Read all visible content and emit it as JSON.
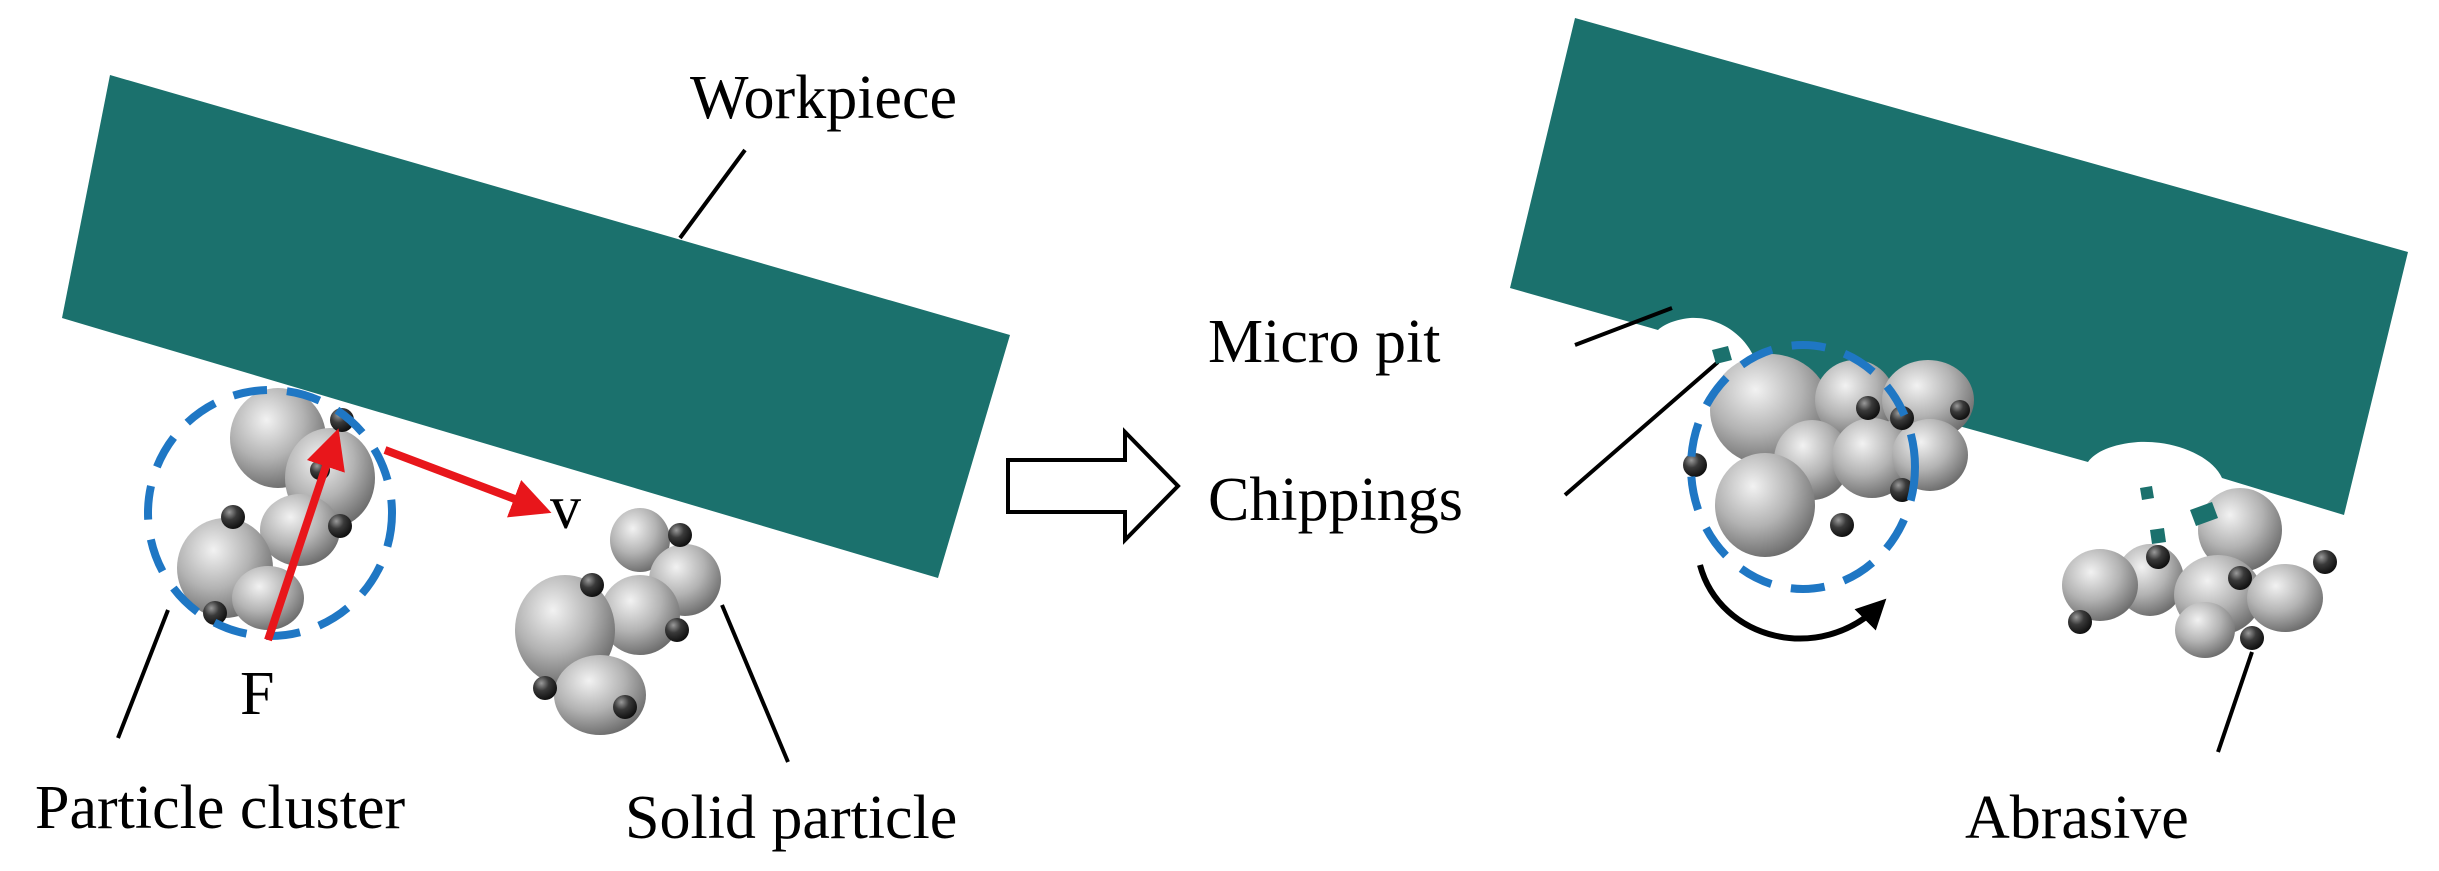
{
  "labels": {
    "workpiece": "Workpiece",
    "velocity": "v",
    "force": "F",
    "particle_cluster": "Particle cluster",
    "solid_particle": "Solid particle",
    "micro_pit": "Micro pit",
    "chippings": "Chippings",
    "abrasive": "Abrasive"
  },
  "colors": {
    "workpiece": "#1b716d",
    "cluster_ring": "#1f77c4",
    "arrow": "#e8161b",
    "particle_light": "#ededed",
    "particle_dark": "#7a7a7a",
    "small_particle": "#222222"
  },
  "icons": {
    "transition": "hollow-right-arrow-icon",
    "rotation": "curved-rotation-arrow-icon"
  }
}
